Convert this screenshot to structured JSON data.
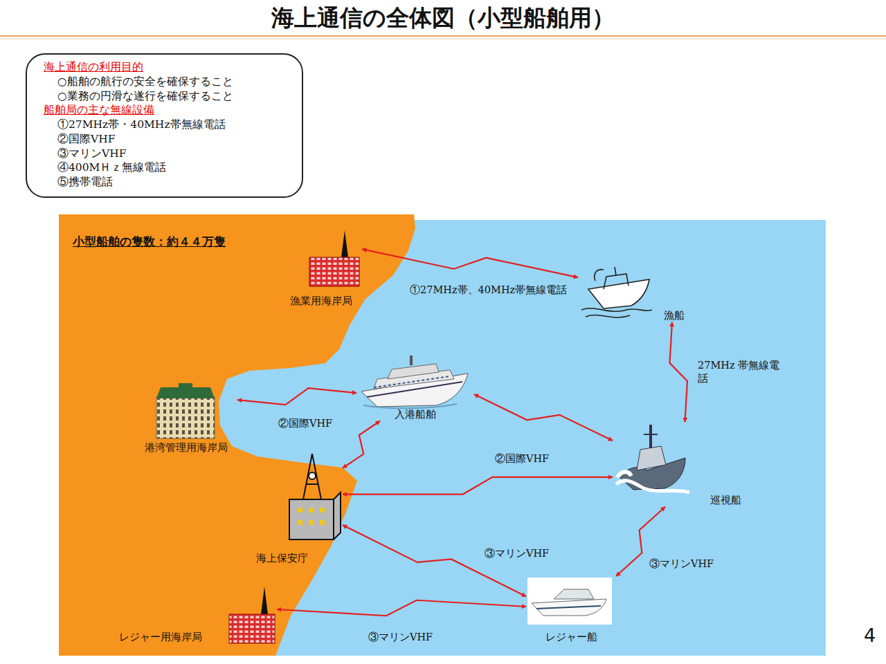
{
  "diagram": {
    "title": "海上通信の全体図（小型船舶用）",
    "nodes": [
      {
        "text": [
          "海上通信の利用目的",
          "○船舶の航行の安全を確保すること",
          "○業務の円滑な遂行を確保すること",
          "船舶局の主な無線設備",
          "①27MHz帯・40MHz帯無線電話",
          "②国際VHF",
          "③マリンVHF",
          "④400MＨｚ無線電話",
          "⑤携帯電話"
        ]
      },
      {
        "text": [
          "漁業用海岸局"
        ]
      },
      {
        "text": [
          "漁船"
        ]
      },
      {
        "text": [
          "入港船舶"
        ]
      },
      {
        "text": [
          "港湾管理用海岸局"
        ]
      },
      {
        "text": [
          "巡視船"
        ]
      },
      {
        "text": [
          "海上保安庁"
        ]
      },
      {
        "text": [
          "レジャー船"
        ]
      },
      {
        "text": [
          "レジャー用海岸局"
        ]
      }
    ],
    "edges": [
      {
        "from": 1,
        "to": 2,
        "arrow": "both",
        "label": "①27MHz帯、40MHz帯無線電話"
      },
      {
        "from": 2,
        "to": 5,
        "arrow": "both",
        "label": "27MHz 帯無線電話"
      },
      {
        "from": 4,
        "to": 3,
        "arrow": "both",
        "label": "②国際VHF"
      },
      {
        "from": 3,
        "to": 5,
        "arrow": "both"
      },
      {
        "from": 6,
        "to": 3,
        "arrow": "both"
      },
      {
        "from": 6,
        "to": 5,
        "arrow": "both",
        "label": "②国際VHF"
      },
      {
        "from": 6,
        "to": 7,
        "arrow": "both",
        "label": "③マリンVHF"
      },
      {
        "from": 5,
        "to": 7,
        "arrow": "both",
        "label": "③マリンVHF"
      },
      {
        "from": 8,
        "to": 7,
        "arrow": "both",
        "label": "③マリンVHF"
      }
    ],
    "labels": [
      "小型船舶の隻数：約４４万隻",
      "4"
    ]
  }
}
